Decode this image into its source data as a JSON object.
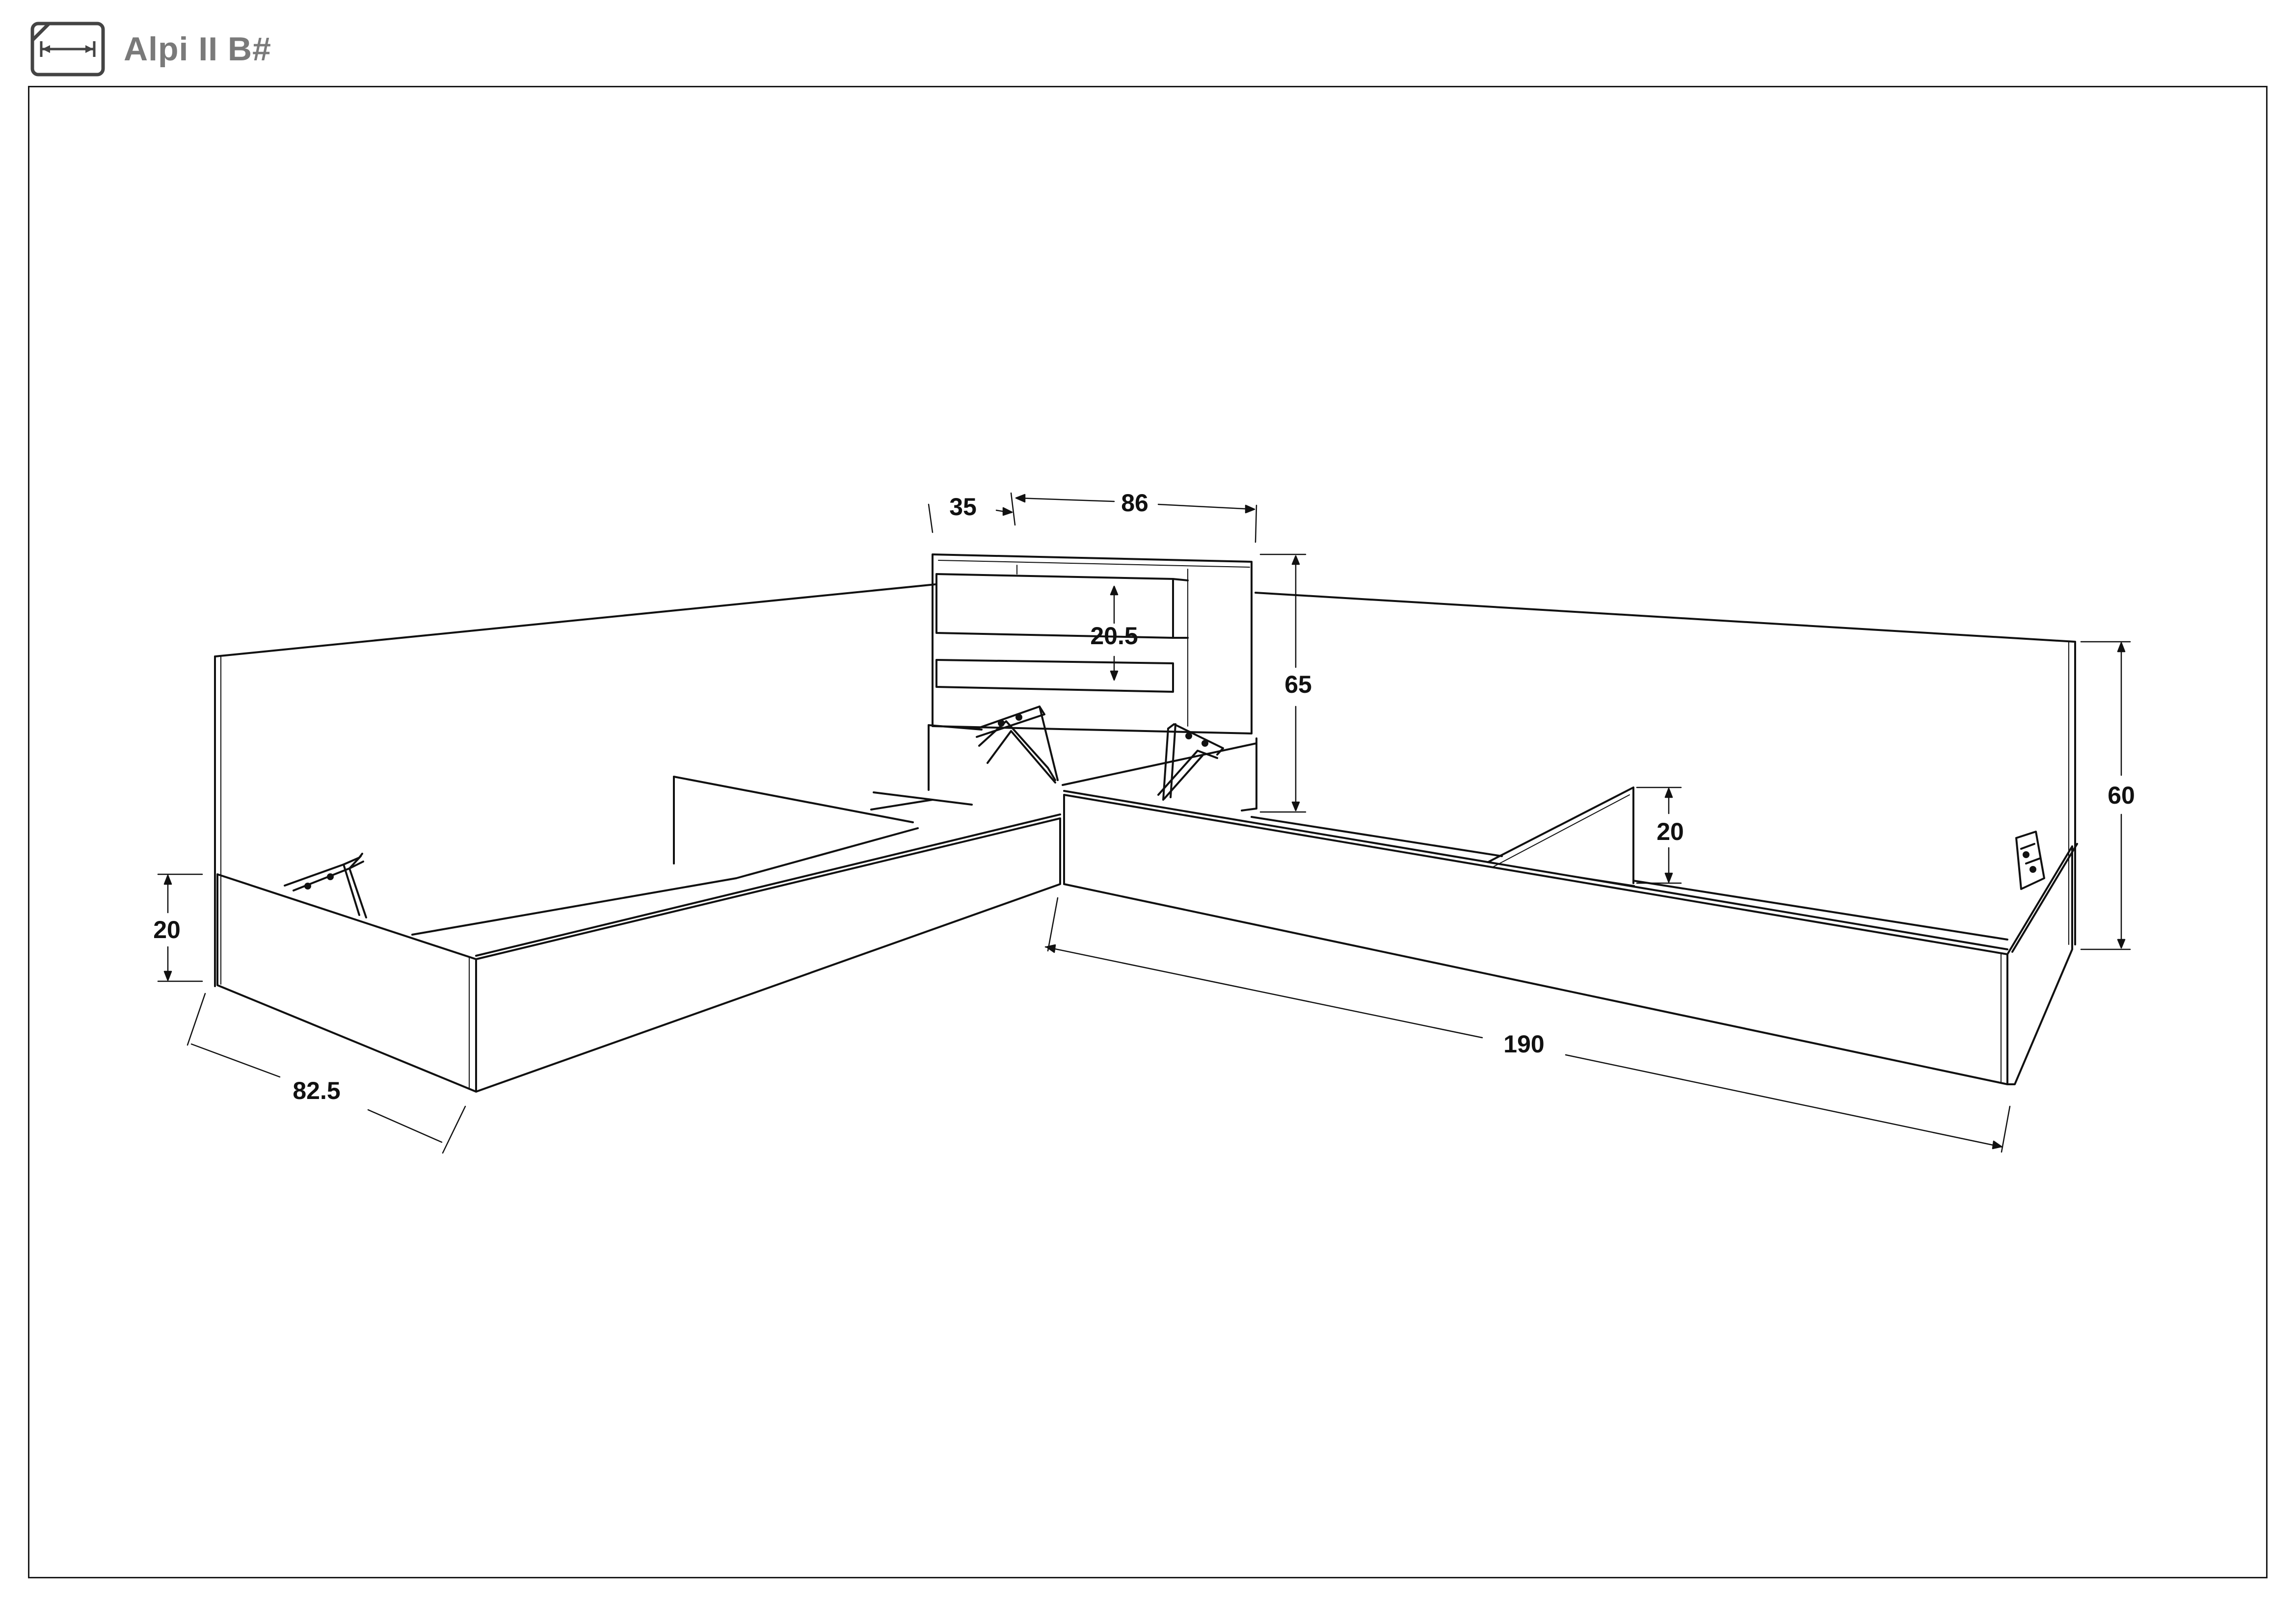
{
  "header": {
    "title": "Alpi II B#",
    "icon": "dimensions-icon"
  },
  "dimensions": {
    "bed_height_left": "20",
    "bed_width": "82.5",
    "dresser_depth": "35",
    "dresser_width": "86",
    "drawer_height": "20.5",
    "dresser_height": "65",
    "bed_height_right": "20",
    "headboard_height": "60",
    "bed_length": "190"
  }
}
